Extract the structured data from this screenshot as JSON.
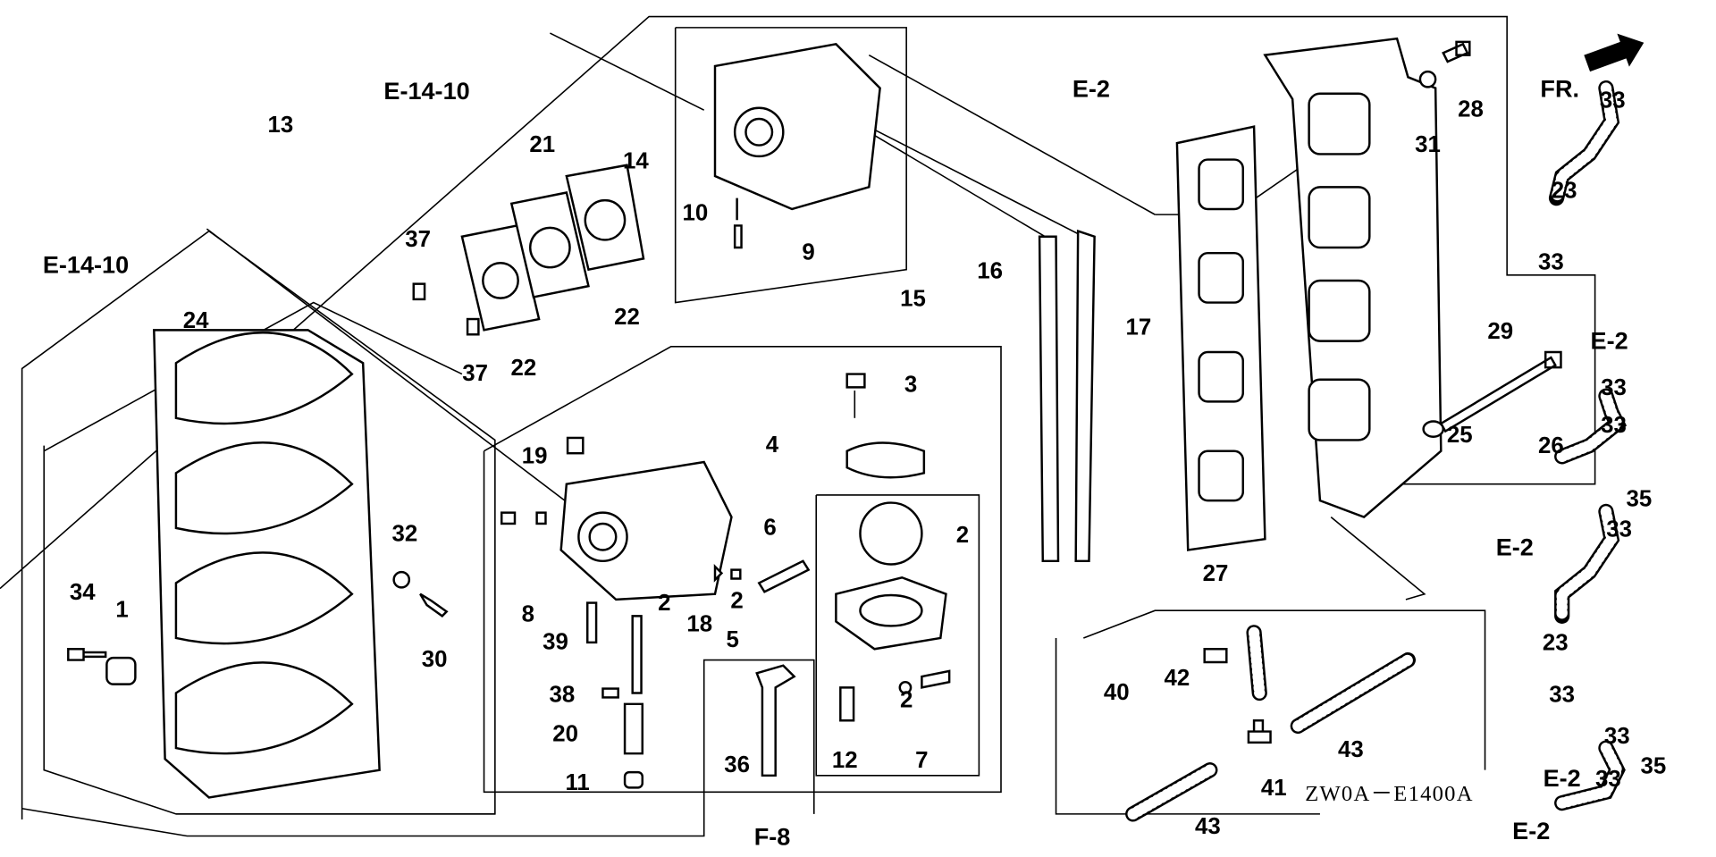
{
  "diagram_code": "ZW0A－E1400A",
  "direction_marker": {
    "label": "FR.",
    "icon": "front-arrow-icon"
  },
  "references": {
    "e14_10": "E-14-10",
    "e2": "E-2",
    "f8": "F-8"
  },
  "callouts": [
    "1",
    "2",
    "3",
    "4",
    "5",
    "6",
    "7",
    "8",
    "9",
    "10",
    "11",
    "12",
    "13",
    "14",
    "15",
    "16",
    "17",
    "18",
    "19",
    "20",
    "21",
    "22",
    "23",
    "24",
    "25",
    "26",
    "27",
    "28",
    "29",
    "30",
    "31",
    "32",
    "33",
    "34",
    "35",
    "36",
    "37",
    "38",
    "39",
    "40",
    "41",
    "42",
    "43"
  ]
}
